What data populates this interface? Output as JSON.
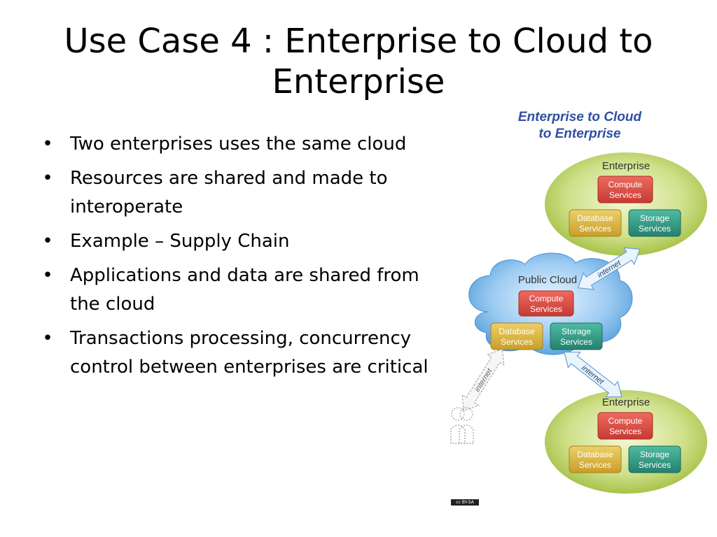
{
  "slide": {
    "title_line1": "Use Case 4 : Enterprise to Cloud to",
    "title_line2": "Enterprise"
  },
  "bullets": [
    "Two enterprises uses the same cloud",
    "Resources are shared and made to interoperate",
    "Example – Supply Chain",
    "Applications and data are shared from the cloud",
    "Transactions processing, concurrency control between enterprises are critical"
  ],
  "diagram": {
    "title_line1": "Enterprise to Cloud",
    "title_line2": "to Enterprise",
    "top_enterprise": {
      "label": "Enterprise",
      "compute": [
        "Compute",
        "Services"
      ],
      "database": [
        "Database",
        "Services"
      ],
      "storage": [
        "Storage",
        "Services"
      ]
    },
    "public_cloud": {
      "label": "Public Cloud",
      "compute": [
        "Compute",
        "Services"
      ],
      "database": [
        "Database",
        "Services"
      ],
      "storage": [
        "Storage",
        "Services"
      ]
    },
    "bottom_enterprise": {
      "label": "Enterprise",
      "compute": [
        "Compute",
        "Services"
      ],
      "database": [
        "Database",
        "Services"
      ],
      "storage": [
        "Storage",
        "Services"
      ]
    },
    "arrow_labels": [
      "internet",
      "internet",
      "internet"
    ],
    "license_badge": "cc BY-SA",
    "colors": {
      "title_blue": "#2f4fa0",
      "enterprise_green": "#a9c94a",
      "cloud_blue": "#6aaee6",
      "compute_red": "#d9463e",
      "database_yellow": "#d7b23c",
      "storage_teal": "#2f9c88"
    }
  }
}
